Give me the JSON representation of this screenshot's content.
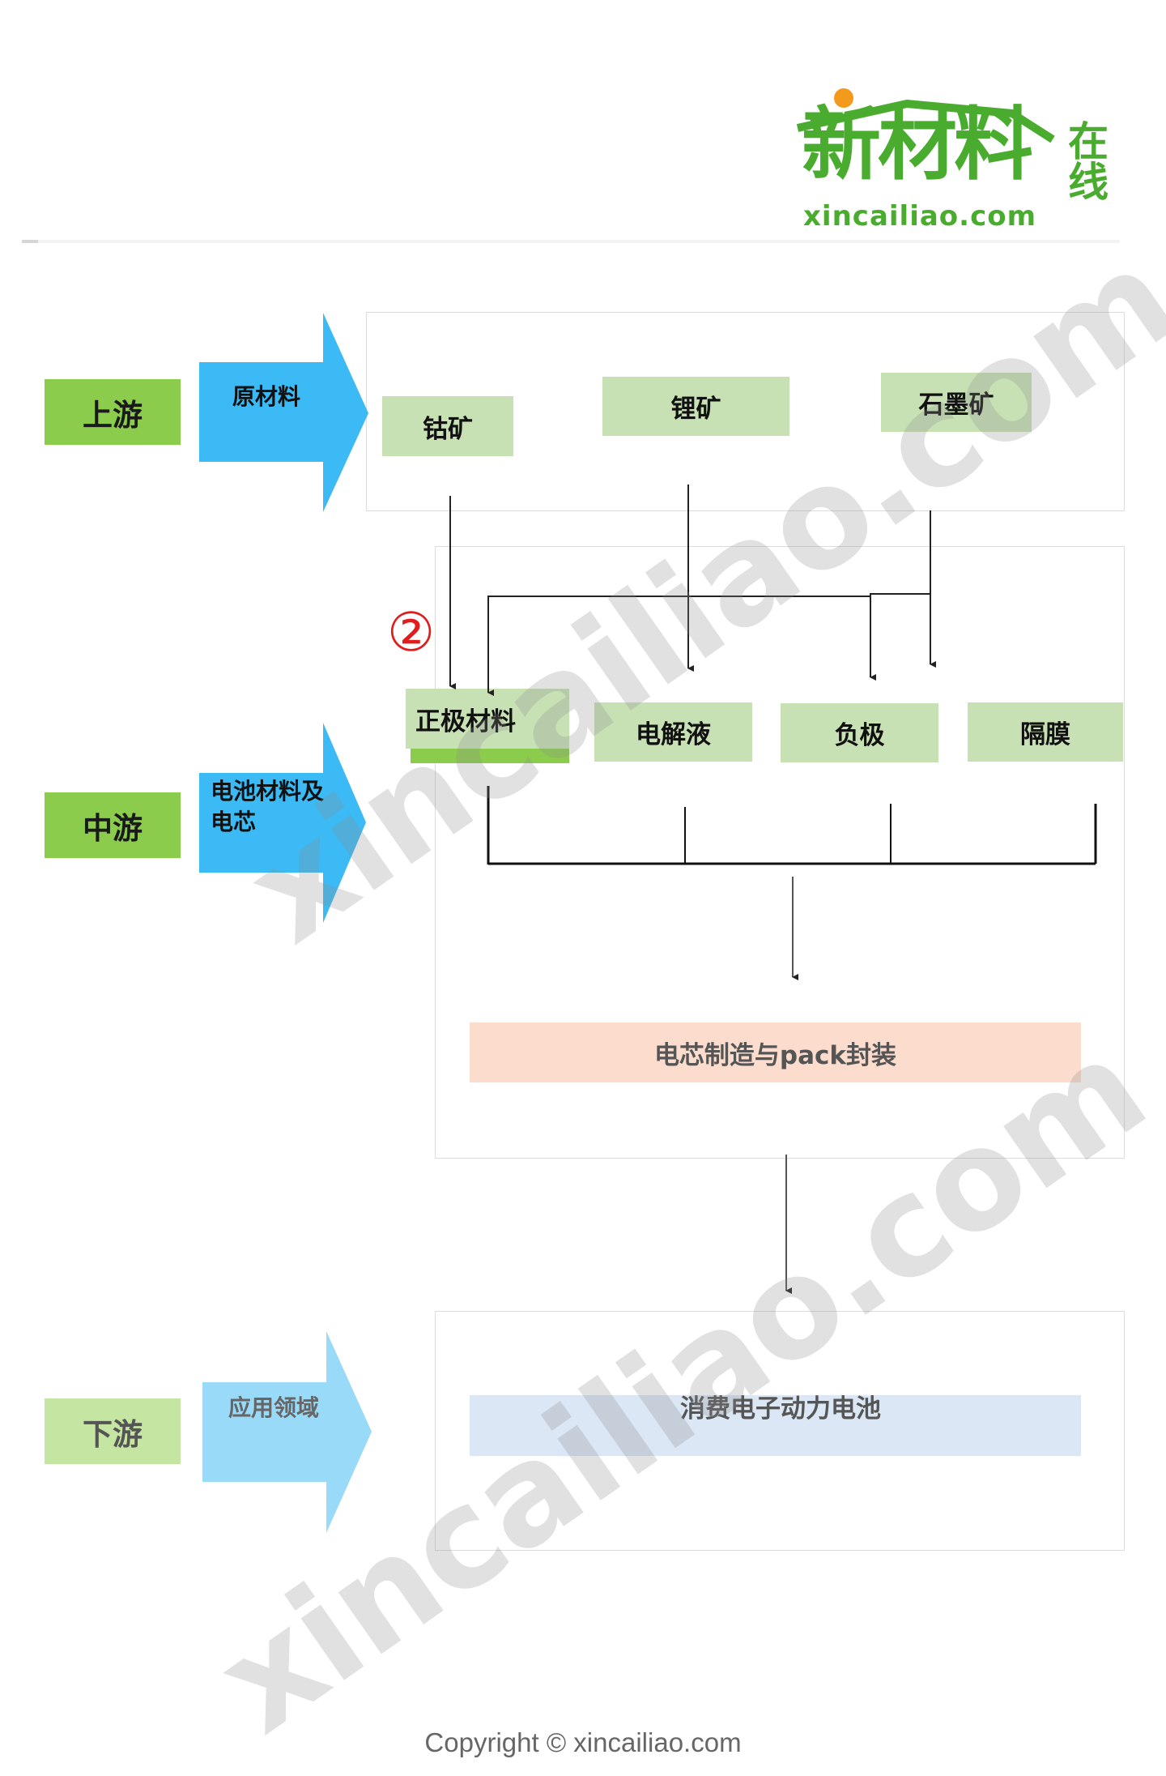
{
  "logo": {
    "brand": "新材料",
    "brand_suffix": "在线",
    "url": "xincailiao.com"
  },
  "stages": {
    "upstream": "上游",
    "midstream": "中游",
    "downstream": "下游"
  },
  "arrows": {
    "upstream": "原材料",
    "midstream": "电池材料及电芯",
    "downstream": "应用领域"
  },
  "raw_materials": {
    "cobalt": "钴矿",
    "lithium": "锂矿",
    "graphite": "石墨矿"
  },
  "components": {
    "cathode": "正极材料",
    "electrolyte": "电解液",
    "anode": "负极",
    "separator": "隔膜"
  },
  "marker": "②",
  "manufacturing": "电芯制造与pack封装",
  "application": "消费电子动力电池",
  "watermark": "xincailiao.com",
  "copyright": "Copyright © xincailiao.com",
  "colors": {
    "stage_strong": "#8ccc4d",
    "stage_light": "#c5e5a2",
    "arrow_strong": "#3cbaf5",
    "arrow_light": "#98daf8",
    "box_green": "#c7e0b4",
    "cathode_underline": "#8ccc4d",
    "manufacturing_fill": "#fbdccd",
    "application_fill": "#dbe7f4",
    "marker_red": "#e01c1c",
    "logo_green": "#4aac2f",
    "logo_dot": "#f39a1d"
  }
}
